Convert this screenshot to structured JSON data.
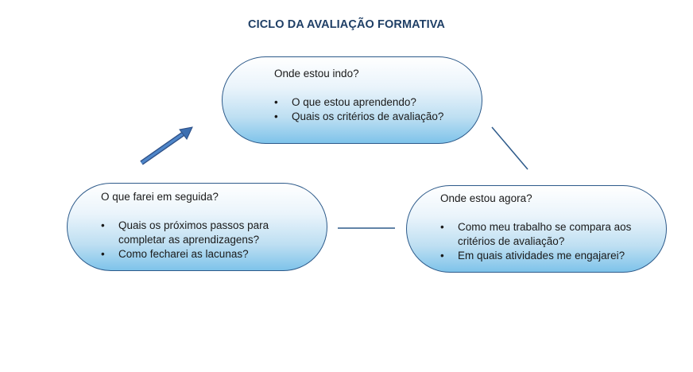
{
  "title": "CICLO DA AVALIAÇÃO FORMATIVA",
  "bullet_glyph": "•",
  "colors": {
    "title": "#1f3f66",
    "border": "#2d5a8a",
    "fill_bottom": "#7ec3ea",
    "connector": "#2d5a8a",
    "arrow": "#3d6fb0"
  },
  "nodes": {
    "top": {
      "heading": "Onde estou indo?",
      "items": [
        "O que estou aprendendo?",
        "Quais os critérios de avaliação?"
      ]
    },
    "left": {
      "heading": "O que farei em seguida?",
      "items": [
        "Quais os próximos passos para",
        "completar as aprendizagens?",
        "Como fecharei as lacunas?"
      ]
    },
    "right": {
      "heading": "Onde estou agora?",
      "items": [
        "Como meu trabalho se compara aos",
        "critérios de avaliação?",
        "Em quais atividades me engajarei?"
      ]
    }
  }
}
